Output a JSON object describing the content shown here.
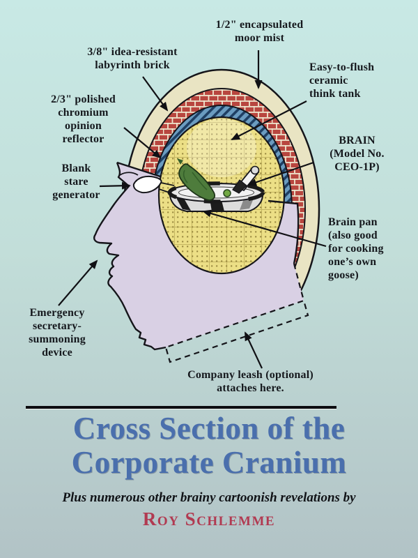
{
  "illustration": {
    "labels": [
      {
        "id": "moor-mist",
        "lines": [
          "1/2\" encapsulated",
          "moor mist"
        ]
      },
      {
        "id": "labyrinth-brick",
        "lines": [
          "3/8\" idea-resistant",
          "labyrinth brick"
        ]
      },
      {
        "id": "think-tank",
        "lines": [
          "Easy-to-flush",
          "ceramic",
          "think tank"
        ]
      },
      {
        "id": "opinion-reflector",
        "lines": [
          "2/3\" polished",
          "chromium",
          "opinion",
          "reflector"
        ]
      },
      {
        "id": "brain-model",
        "lines": [
          "BRAIN",
          "(Model No.",
          "CEO-1P)"
        ]
      },
      {
        "id": "blank-stare",
        "lines": [
          "Blank",
          "stare",
          "generator"
        ]
      },
      {
        "id": "brain-pan",
        "lines": [
          "Brain pan",
          "(also good",
          "for cooking",
          "one’s own",
          "goose)"
        ]
      },
      {
        "id": "emergency-device",
        "lines": [
          "Emergency",
          "secretary-",
          "summoning",
          "device"
        ]
      },
      {
        "id": "company-leash",
        "lines": [
          "Company leash (optional)",
          "attaches here."
        ]
      }
    ],
    "parts": [
      "skull-skin",
      "labyrinth-brick-layer",
      "opinion-reflector-layer",
      "think-tank-interior",
      "brain-pan",
      "pickle-brain",
      "head-profile",
      "eye",
      "company-leash-band"
    ]
  },
  "titleBlock": {
    "title_line1": "Cross Section of the",
    "title_line2": "Corporate Cranium",
    "subtitle": "Plus numerous other brainy cartoonish revelations by",
    "author": "Roy Schlemme"
  },
  "colors": {
    "background_top": "#c8e9e5",
    "background_bottom": "#b2c3c6",
    "title_blue": "#4a6fad",
    "author_red": "#b13a51",
    "skin_lavender": "#d9d0e4",
    "skull_cream": "#e9e4c3",
    "brick_red": "#b8463f",
    "reflector_blue": "#6b9cc0",
    "think_tank_yellow": "#ecdf86",
    "line_black": "#15151a"
  }
}
